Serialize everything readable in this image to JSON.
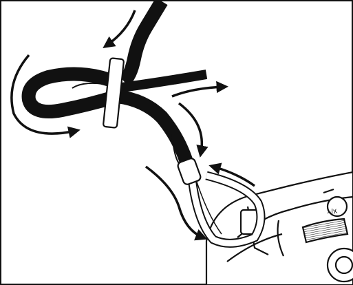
{
  "figure": {
    "camera_button_label": "−/x",
    "ink_color": "#111111",
    "paper_color": "#ffffff",
    "arrows": [
      {
        "name": "arrow-strap-top-down"
      },
      {
        "name": "arrow-loop-left-curve"
      },
      {
        "name": "arrow-right-upper"
      },
      {
        "name": "arrow-center-upper"
      },
      {
        "name": "arrow-lower-curve"
      },
      {
        "name": "arrow-keeper-up"
      }
    ]
  }
}
